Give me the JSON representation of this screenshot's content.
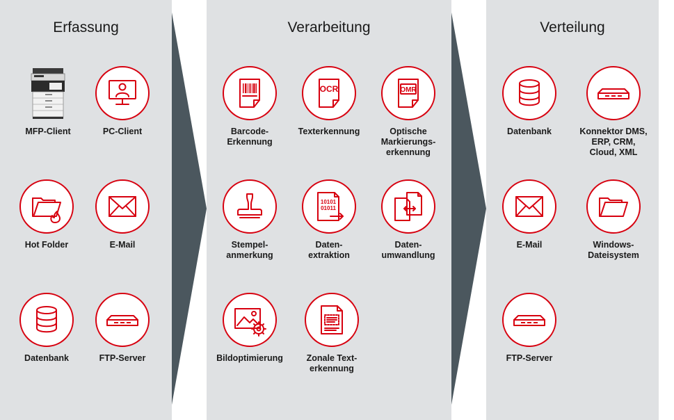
{
  "colors": {
    "accent": "#d7000f",
    "panel": "#dfe1e3",
    "arrow": "#4b575e"
  },
  "columns": [
    {
      "title": "Erfassung",
      "items": [
        {
          "label": "MFP-Client",
          "icon": "mfp-printer-icon"
        },
        {
          "label": "PC-Client",
          "icon": "pc-client-icon"
        },
        {
          "label": "Hot Folder",
          "icon": "hot-folder-icon"
        },
        {
          "label": "E-Mail",
          "icon": "envelope-icon"
        },
        {
          "label": "Datenbank",
          "icon": "database-icon"
        },
        {
          "label": "FTP-Server",
          "icon": "server-icon"
        }
      ]
    },
    {
      "title": "Verarbeitung",
      "items": [
        {
          "label": "Barcode-\nErkennung",
          "icon": "barcode-icon"
        },
        {
          "label": "Texterkennung",
          "icon": "ocr-document-icon",
          "glyph": "OCR"
        },
        {
          "label": "Optische\nMarkierungs-\nerkennung",
          "icon": "omr-document-icon",
          "glyph": "OMR"
        },
        {
          "label": "Stempel-\nanmerkung",
          "icon": "stamp-icon"
        },
        {
          "label": "Daten-\nextraktion",
          "icon": "binary-extraction-icon",
          "glyph1": "10101",
          "glyph2": "01011"
        },
        {
          "label": "Daten-\numwandlung",
          "icon": "document-conversion-icon"
        },
        {
          "label": "Bildoptimierung",
          "icon": "image-settings-icon"
        },
        {
          "label": "Zonale Text-\nerkennung",
          "icon": "zonal-text-icon"
        }
      ]
    },
    {
      "title": "Verteilung",
      "items": [
        {
          "label": "Datenbank",
          "icon": "database-icon"
        },
        {
          "label": "Konnektor DMS,\nERP, CRM,\nCloud, XML",
          "icon": "server-icon"
        },
        {
          "label": "E-Mail",
          "icon": "envelope-icon"
        },
        {
          "label": "Windows-\nDateisystem",
          "icon": "folder-icon"
        },
        {
          "label": "FTP-Server",
          "icon": "server-icon"
        }
      ]
    }
  ]
}
